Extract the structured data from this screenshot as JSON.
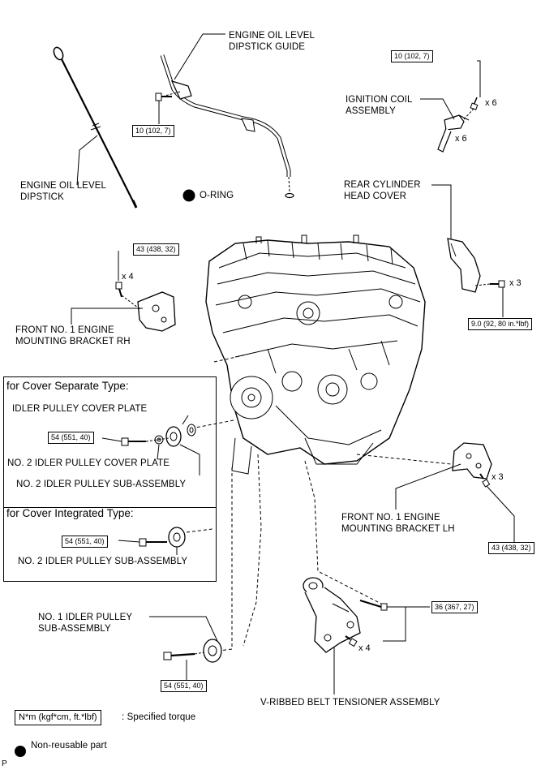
{
  "labels": {
    "dipstick_guide": "ENGINE OIL LEVEL\nDIPSTICK GUIDE",
    "dipstick": "ENGINE OIL LEVEL\nDIPSTICK",
    "o_ring": "O-RING",
    "ignition_coil": "IGNITION COIL\nASSEMBLY",
    "rear_cover": "REAR CYLINDER\nHEAD COVER",
    "front_bracket_rh": "FRONT NO. 1 ENGINE\nMOUNTING BRACKET RH",
    "front_bracket_lh": "FRONT NO. 1 ENGINE\nMOUNTING BRACKET LH",
    "idler_cover_plate": "IDLER PULLEY COVER PLATE",
    "no2_cover_plate": "NO. 2 IDLER PULLEY COVER PLATE",
    "no2_idler_separate": "NO. 2 IDLER PULLEY SUB-ASSEMBLY",
    "no2_idler_integrated": "NO. 2 IDLER PULLEY SUB-ASSEMBLY",
    "no1_idler": "NO. 1 IDLER PULLEY\nSUB-ASSEMBLY",
    "tensioner": "V-RIBBED BELT TENSIONER ASSEMBLY"
  },
  "panels": {
    "separate_title": "for Cover Separate Type:",
    "integrated_title": "for Cover Integrated Type:"
  },
  "torques": {
    "guide": "10 (102, 7)",
    "coil": "10 (102, 7)",
    "rh_bracket": "43 (438, 32)",
    "rear_cover": "9.0 (92, 80 in.*lbf)",
    "lh_bracket": "43 (438, 32)",
    "no2_separate": "54 (551, 40)",
    "no2_integrated": "54 (551, 40)",
    "tensioner": "36 (367, 27)",
    "no1_idler": "54 (551, 40)"
  },
  "quantities": {
    "coil_bolt": "x 6",
    "coil": "x 6",
    "rh_bolt": "x 4",
    "rear_bolt": "x 3",
    "lh_bolt": "x 3",
    "tensioner_bolt": "x 4"
  },
  "legend": {
    "torque_box": "N*m (kgf*cm, ft.*lbf)",
    "torque_text": ": Specified torque",
    "non_reusable": "Non-reusable part"
  },
  "footer": {
    "code": "P"
  }
}
